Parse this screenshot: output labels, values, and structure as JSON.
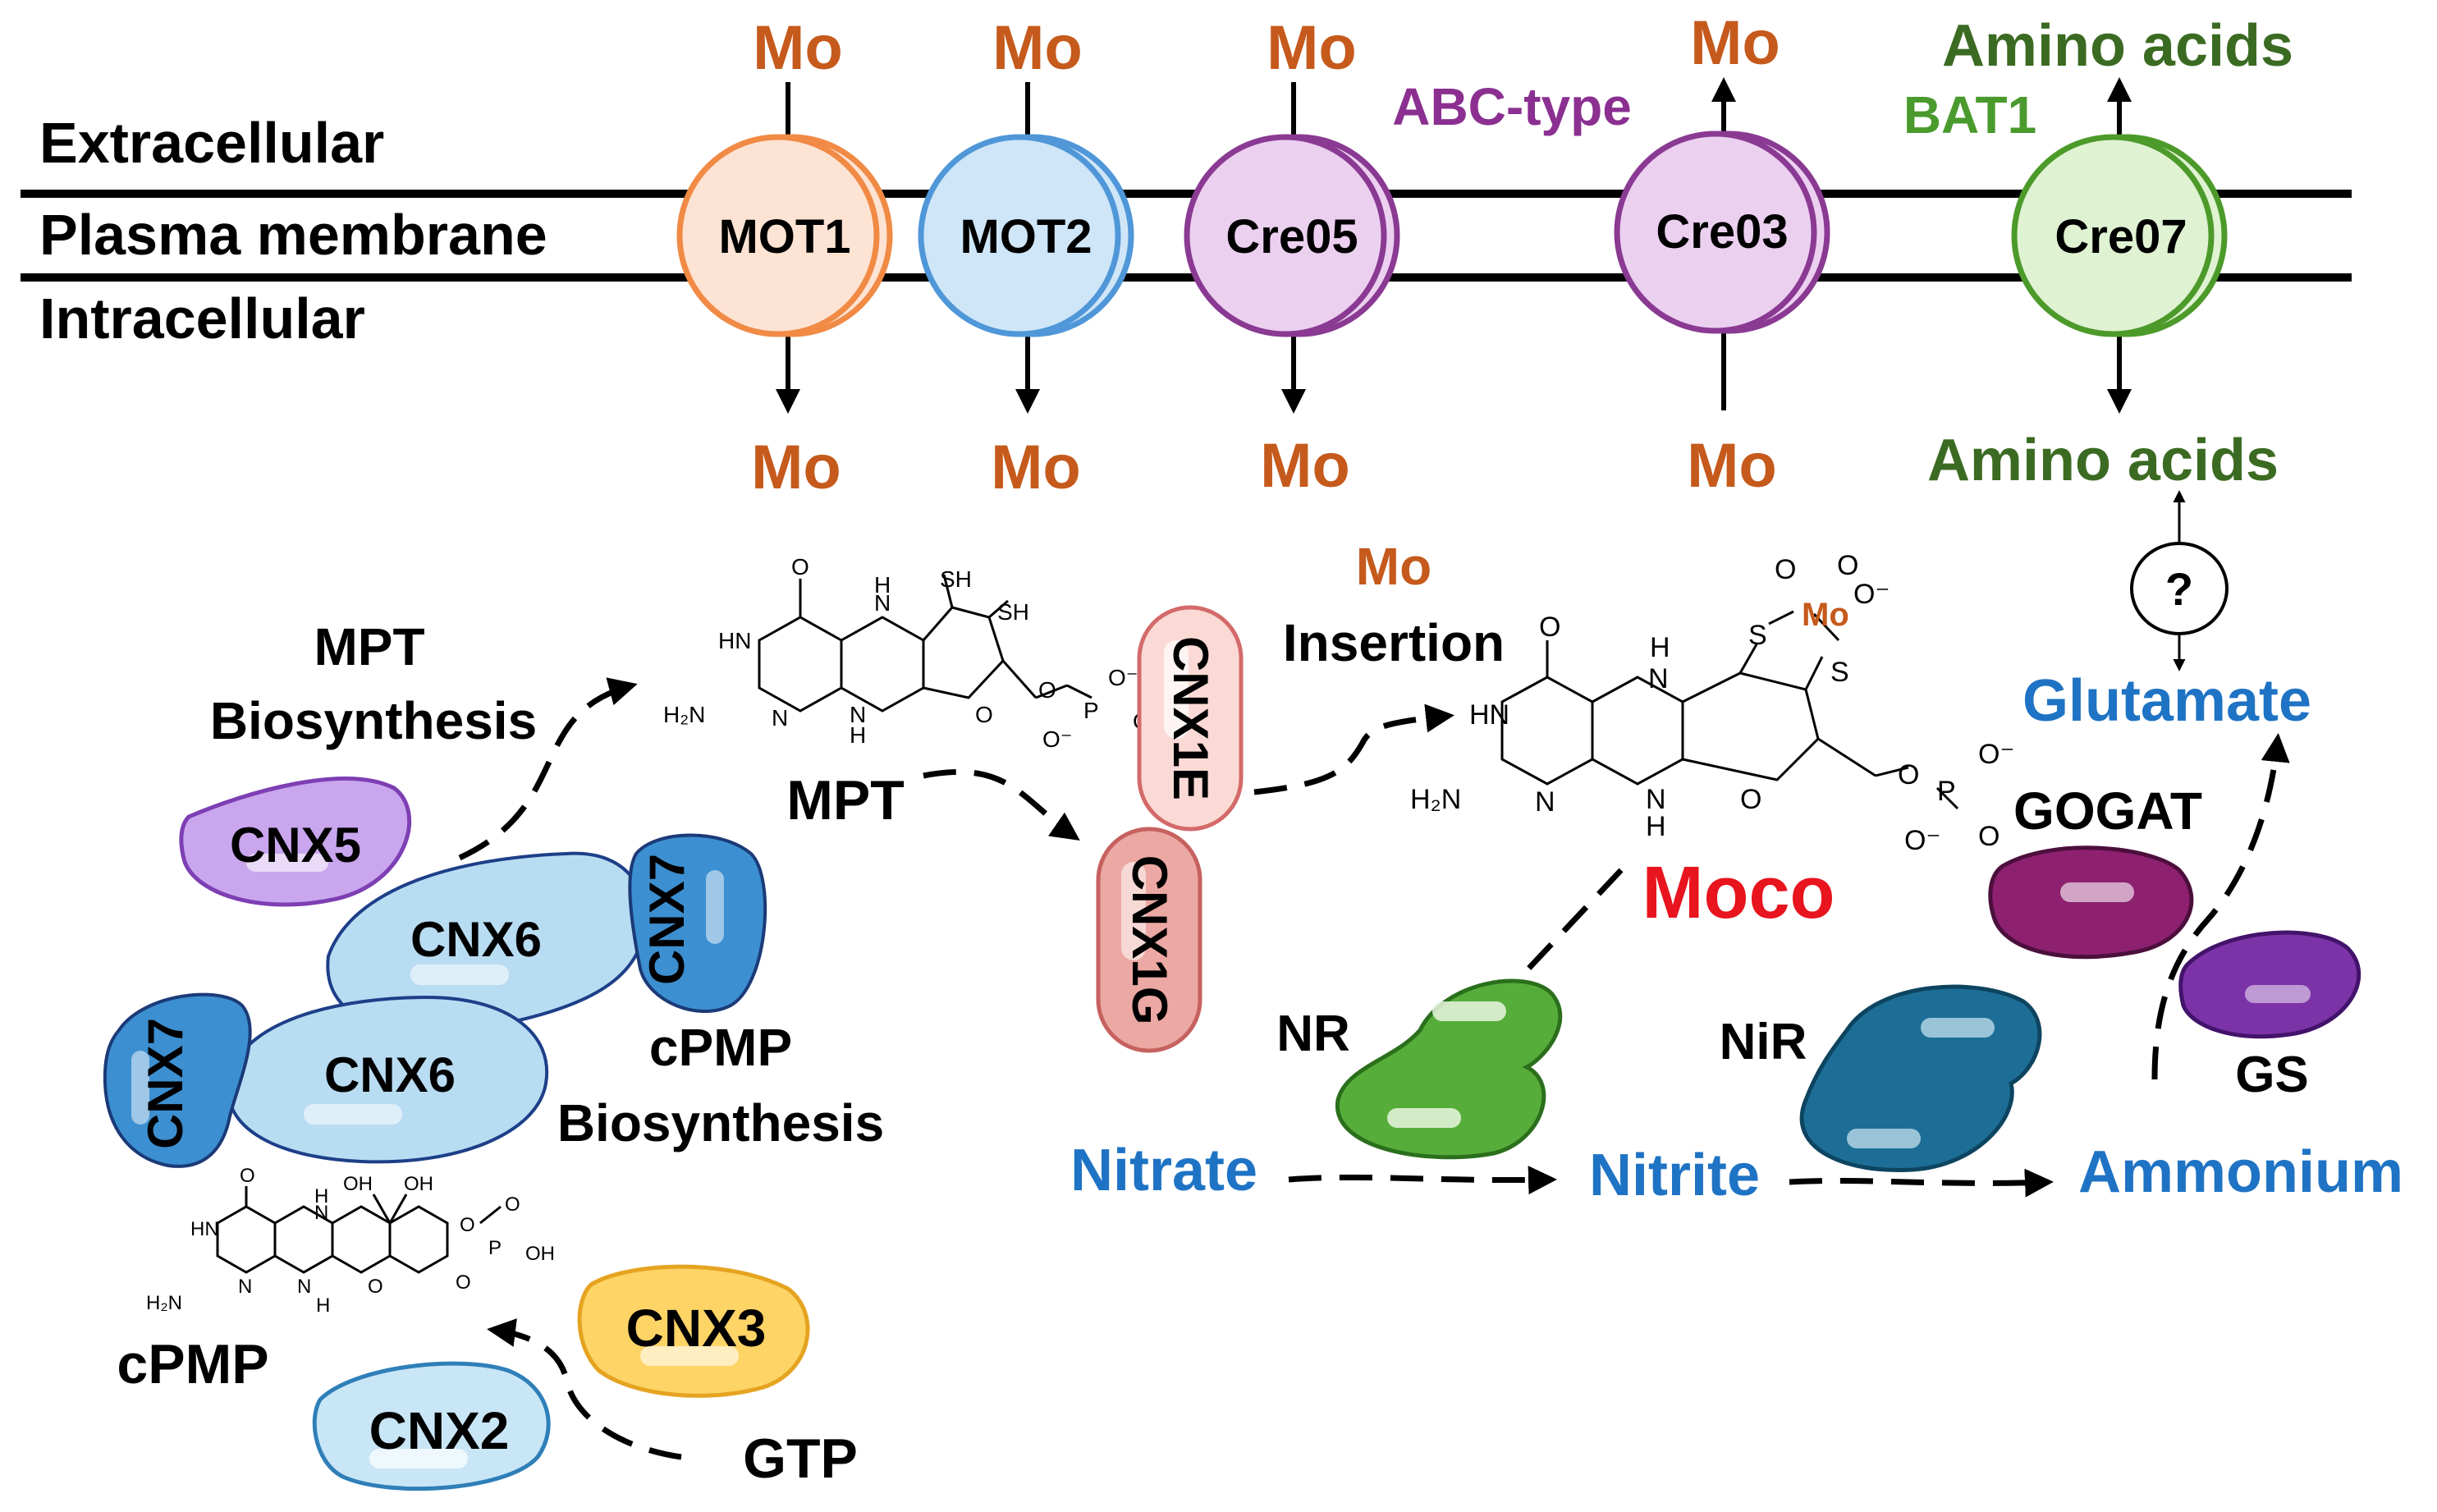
{
  "regions": {
    "extracellular": "Extracellular",
    "membrane": "Plasma membrane",
    "intracellular": "Intracellular"
  },
  "transporters": [
    {
      "name": "MOT1",
      "color": "#f4a06a",
      "fill": "#fde3d3",
      "top_label": "Mo",
      "bottom_label": "Mo"
    },
    {
      "name": "MOT2",
      "color": "#5aa0dc",
      "fill": "#cfe6f8",
      "top_label": "Mo",
      "bottom_label": "Mo"
    },
    {
      "name": "Cre05",
      "color": "#8a3a93",
      "fill": "#ecd0f0",
      "top_label": "Mo",
      "bottom_label": "Mo"
    },
    {
      "name": "Cre03",
      "color": "#8a3a93",
      "fill": "#ecd0f0",
      "top_label": "Mo",
      "bottom_label": "Mo"
    },
    {
      "name": "Cre07",
      "color": "#4c9a2a",
      "fill": "#dff2d2",
      "top_label": "Amino acids",
      "bottom_label": "Amino acids"
    }
  ],
  "family_labels": {
    "abc": "ABC-type",
    "bat1": "BAT1"
  },
  "pathway": {
    "mpt_biosynthesis": [
      "MPT",
      "Biosynthesis"
    ],
    "cpmp_biosynthesis": [
      "cPMP",
      "Biosynthesis"
    ],
    "mo_insertion": [
      "Mo",
      "Insertion"
    ],
    "mpt": "MPT",
    "cpmp": "cPMP",
    "gtp": "GTP",
    "moco": "Moco"
  },
  "enzymes": {
    "cnx5": "CNX5",
    "cnx6a": "CNX6",
    "cnx6b": "CNX6",
    "cnx7a": "CNX7",
    "cnx7b": "CNX7",
    "cnx1e": "CNX1E",
    "cnx1g": "CNX1G",
    "cnx3": "CNX3",
    "cnx2": "CNX2",
    "nr": "NR",
    "nir": "NiR",
    "gogat": "GOGAT",
    "gs": "GS"
  },
  "nitrogen": {
    "nitrate": "Nitrate",
    "nitrite": "Nitrite",
    "ammonium": "Ammonium",
    "glutamate": "Glutamate",
    "question": "?"
  },
  "chem": {
    "o": "O",
    "oh": "OH",
    "hn": "HN",
    "h2n": "H₂N",
    "n": "N",
    "h": "H",
    "sh": "SH",
    "p": "P",
    "s": "S",
    "o_minus": "O⁻",
    "mo": "Mo"
  },
  "colors": {
    "mo": "#c55a1c",
    "abc": "#8b2f91",
    "bat1": "#4a9a2e",
    "amino": "#3b6b22",
    "blue_text": "#1f73c4",
    "moco": "#e8141e"
  }
}
